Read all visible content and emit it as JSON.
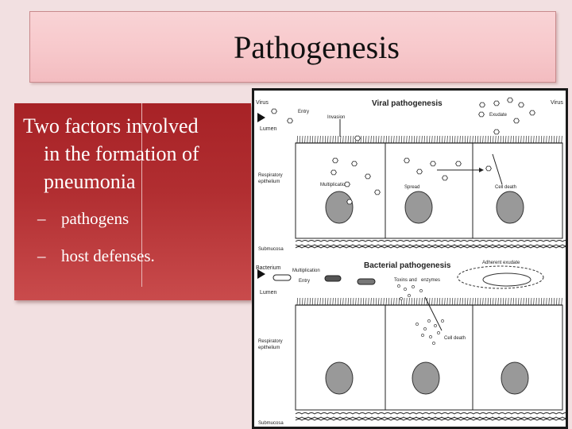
{
  "slide": {
    "title": "Pathogenesis",
    "bullet": {
      "line1": "Two factors involved",
      "line2": "in the formation of",
      "line3": "pneumonia"
    },
    "sub_items": [
      {
        "dash": "–",
        "text": "pathogens"
      },
      {
        "dash": "–",
        "text": "host defenses."
      }
    ]
  },
  "figure": {
    "viral": {
      "title": "Viral pathogenesis",
      "virus_left": "Virus",
      "virus_right": "Virus",
      "entry": "Entry",
      "invasion": "Invasion",
      "exudate": "Exudate",
      "lumen": "Lumen",
      "respiratory_line1": "Respiratory",
      "respiratory_line2": "epithelium",
      "multiplication": "Multiplication",
      "spread": "Spread",
      "cell_death": "Cell death",
      "submucosa": "Submucosa"
    },
    "bacterial": {
      "title": "Bacterial pathogenesis",
      "bacterium": "Bacterium",
      "multiplication": "Multiplication",
      "entry": "Entry",
      "adherent_exudate": "Adherent exudate",
      "toxins_line1": "Toxins and",
      "toxins_line2": "enzymes",
      "lumen": "Lumen",
      "cell_death": "Cell death",
      "respiratory_line1": "Respiratory",
      "respiratory_line2": "epithelium",
      "submucosa": "Submucosa"
    }
  }
}
